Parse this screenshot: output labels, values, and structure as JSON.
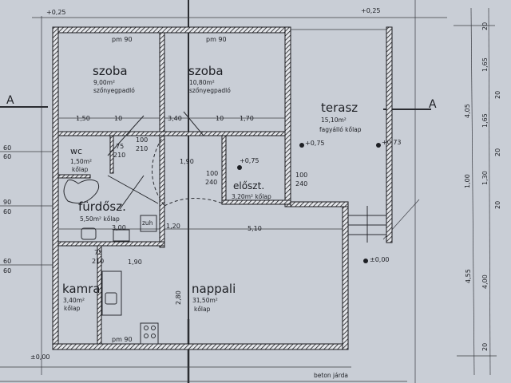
{
  "colors": {
    "paper": "#c9ced6",
    "ink": "#1d1f24"
  },
  "levels": {
    "top_left": "+0,25",
    "top_right": "+0,25",
    "terrace_left": "+0,75",
    "terrace_right": "+0,73",
    "hall": "+0,75",
    "outside": "±0,00",
    "bottom_left": "±0,00"
  },
  "section_marks": {
    "left": "A",
    "right": "A"
  },
  "rooms": {
    "szoba1": {
      "name": "szoba",
      "area": "9,00m²",
      "floor": "szőnyegpadló",
      "window": "pm 90"
    },
    "szoba2": {
      "name": "szoba",
      "area": "10,80m²",
      "floor": "szőnyegpadló",
      "window": "pm 90"
    },
    "terasz": {
      "name": "terasz",
      "area": "15,10m²",
      "floor": "fagyálló kőlap"
    },
    "wc": {
      "name": "wc",
      "area": "1,50m²",
      "floor": "kőlap"
    },
    "eloszoba": {
      "name": "előszt.",
      "area": "3,20m² kőlap"
    },
    "furdo": {
      "name": "fürdősz.",
      "area": "5,50m² kőlap",
      "shower": "zuh"
    },
    "kamra": {
      "name": "kamra",
      "area": "3,40m²",
      "floor": "kőlap"
    },
    "nappali": {
      "name": "nappali",
      "area": "31,50m²",
      "floor": "kőlap",
      "window": "pm 90"
    }
  },
  "dims": {
    "row1": [
      "1,50",
      "10",
      "3,40",
      "10",
      "1,70"
    ],
    "door_wc": [
      "75",
      "210"
    ],
    "door_hall1": [
      "100",
      "210"
    ],
    "door_hall2": [
      "100",
      "240"
    ],
    "door_terrace": [
      "100",
      "240"
    ],
    "door_kamra": [
      "75",
      "210"
    ],
    "bath_width": "3,00",
    "bath_small": "1,20",
    "living_width": "5,10",
    "kamra_len": "1,90",
    "vert1": "1,90",
    "vert2": "2,80",
    "left": [
      [
        "60",
        "60"
      ],
      [
        "90",
        "60"
      ],
      [
        "60",
        "60"
      ]
    ],
    "right_outer": [
      "4,05",
      "1,00",
      "4,55"
    ],
    "right_inner": [
      "20",
      "1,65",
      "20",
      "1,65",
      "20",
      "1,30",
      "20",
      "4,00",
      "20"
    ]
  },
  "notes": {
    "sidewalk": "beton járda"
  }
}
